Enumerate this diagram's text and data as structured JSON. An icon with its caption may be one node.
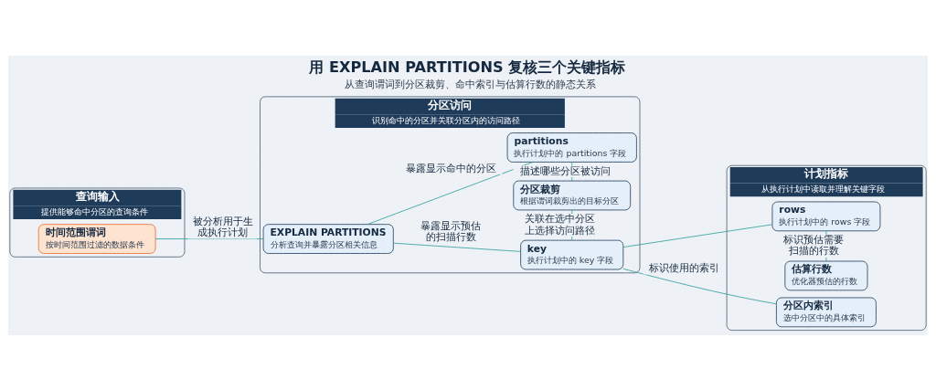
{
  "diagram": {
    "title": "用 EXPLAIN PARTITIONS 复核三个关键指标",
    "caption": "从查询谓词到分区裁剪、命中索引与估算行数的静态关系",
    "nodes": [
      {
        "text": [
          "查询输入",
          "提供能够命中分区的查询条件"
        ]
      },
      {
        "text": [
          "时间范围谓词",
          "按时间范围过滤的数据条件"
        ],
        "in": 0
      },
      {
        "text": [
          "分区访问",
          "识别命中的分区并关联分区内的访问路径"
        ]
      },
      {
        "text": [
          "EXPLAIN PARTITIONS",
          "分析查询并暴露分区相关信息"
        ],
        "in": 2
      },
      {
        "text": [
          "partitions",
          "执行计划中的 partitions 字段"
        ],
        "in": 2
      },
      {
        "text": [
          "分区裁剪",
          "根据谓词裁剪出的目标分区"
        ],
        "in": 2
      },
      {
        "text": [
          "key",
          "执行计划中的 key 字段"
        ],
        "in": 2
      },
      {
        "text": [
          "计划指标",
          "从执行计划中读取并理解关键字段"
        ]
      },
      {
        "text": [
          "rows",
          "执行计划中的 rows 字段"
        ],
        "in": 7
      },
      {
        "text": [
          "估算行数",
          "优化器预估的行数"
        ],
        "in": 7
      },
      {
        "text": [
          "分区内索引",
          "选中分区中的具体索引"
        ],
        "in": 7
      }
    ],
    "edges": [
      {
        "from": 1,
        "to": 3,
        "arrow": "none",
        "label": "被分析用于生成执行计划"
      },
      {
        "from": 3,
        "to": 4,
        "arrow": "none",
        "label": "暴露显示命中的分区"
      },
      {
        "from": 4,
        "to": 5,
        "arrow": "none",
        "label": "描述哪些分区被访问"
      },
      {
        "from": 5,
        "to": 6,
        "arrow": "none",
        "label": "关联在选中分区上选择访问路径"
      },
      {
        "from": 3,
        "to": 6,
        "arrow": "none",
        "label": "暴露显示预估的扫描行数"
      },
      {
        "from": 6,
        "to": 10,
        "arrow": "none",
        "label": "标识使用的索引"
      },
      {
        "from": 6,
        "to": 8,
        "arrow": "none"
      },
      {
        "from": 8,
        "to": 9,
        "arrow": "none",
        "label": "标识预估需要扫描的行数"
      }
    ]
  }
}
